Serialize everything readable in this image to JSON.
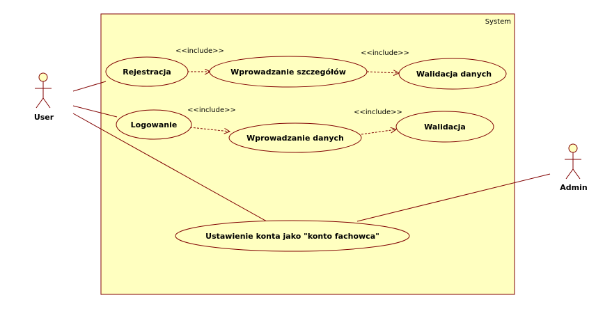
{
  "system": {
    "label": "System"
  },
  "actors": {
    "user": "User",
    "admin": "Admin"
  },
  "use_cases": {
    "rejestracja": "Rejestracja",
    "wprowadzanie_szczegolow": "Wprowadzanie szczegółów",
    "walidacja_danych": "Walidacja danych",
    "logowanie": "Logowanie",
    "wprowadzanie_danych": "Wprowadzanie danych",
    "walidacja": "Walidacja",
    "konto_fachowca": "Ustawienie konta jako \"konto fachowca\""
  },
  "relations": {
    "include_1": "<<include>>",
    "include_2": "<<include>>",
    "include_3": "<<include>>",
    "include_4": "<<include>>"
  },
  "colors": {
    "system_fill": "#ffffc0",
    "stroke": "#800000",
    "line": "#800000"
  }
}
